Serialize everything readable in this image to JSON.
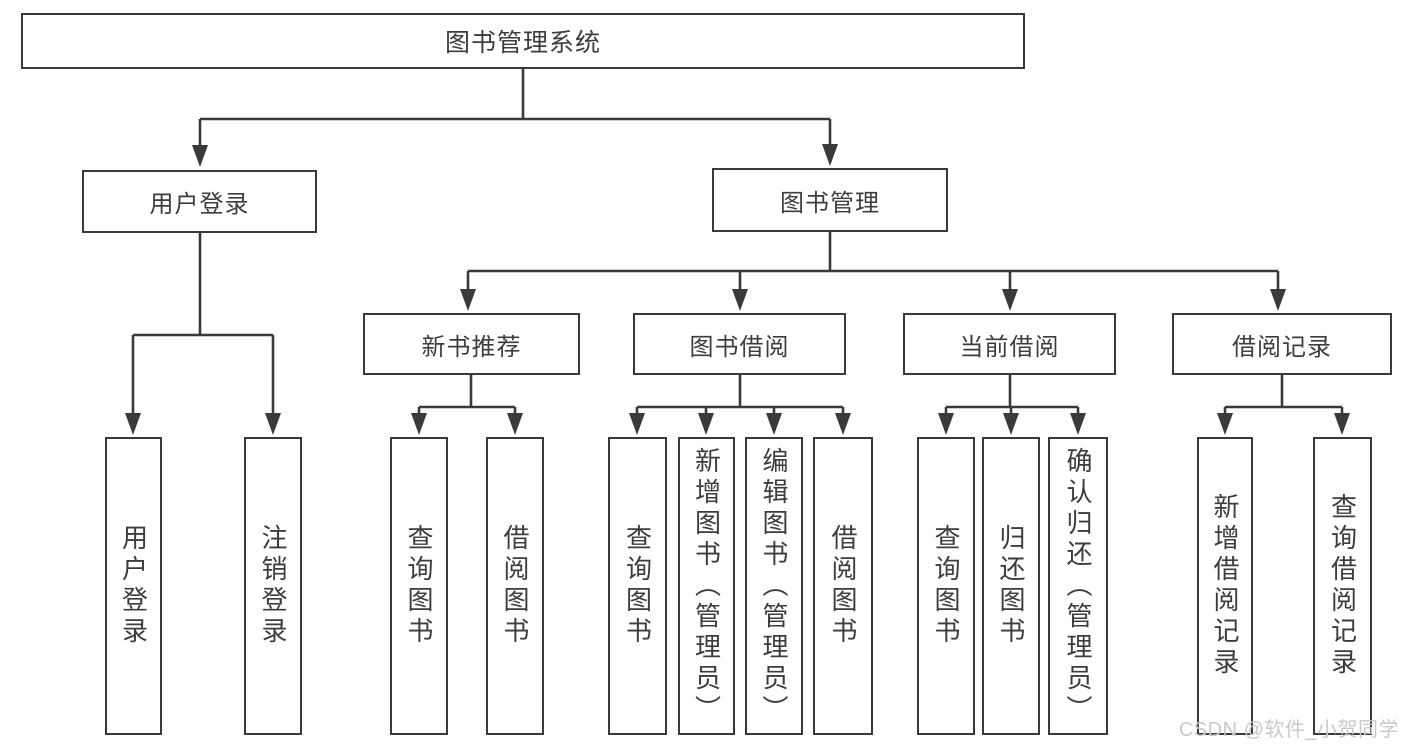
{
  "title": "图书管理系统",
  "branches": [
    {
      "label": "用户登录",
      "children": [
        "用户登录",
        "注销登录"
      ]
    },
    {
      "label": "图书管理",
      "groups": [
        {
          "label": "新书推荐",
          "children": [
            "查询图书",
            "借阅图书"
          ]
        },
        {
          "label": "图书借阅",
          "children": [
            "查询图书",
            "新增图书（管理员）",
            "编辑图书（管理员）",
            "借阅图书"
          ]
        },
        {
          "label": "当前借阅",
          "children": [
            "查询图书",
            "归还图书",
            "确认归还（管理员）"
          ]
        },
        {
          "label": "借阅记录",
          "children": [
            "新增借阅记录",
            "查询借阅记录"
          ]
        }
      ]
    }
  ],
  "watermark": "CSDN @软件_小贺同学",
  "colors": {
    "line": "#3a3a3a",
    "text": "#3d3d3d",
    "watermark": "#c9c9c9",
    "background": "#ffffff"
  }
}
